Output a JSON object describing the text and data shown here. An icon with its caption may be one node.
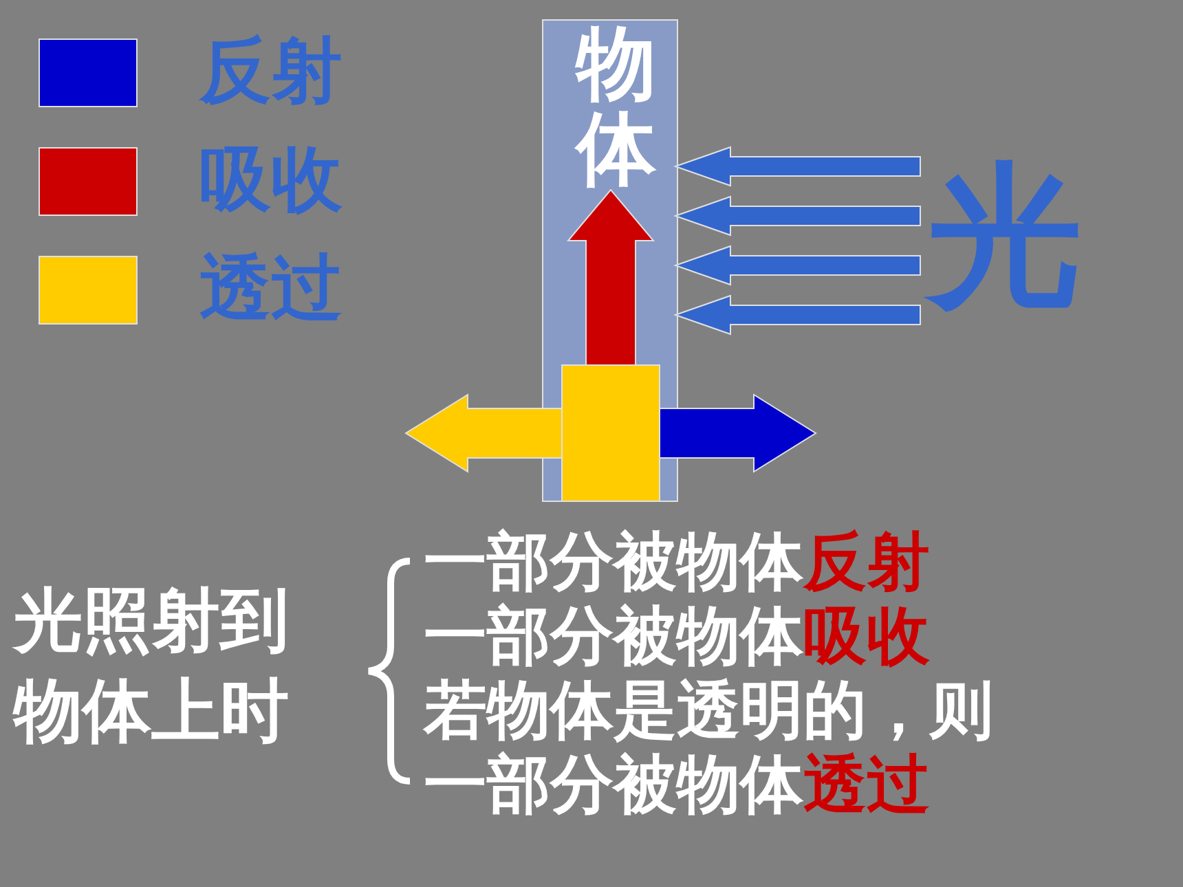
{
  "diagram": {
    "nodes": [
      {
        "text": [
          "物体"
        ]
      },
      {
        "text": [
          "光"
        ]
      },
      {
        "text": [],
        "shape": "box",
        "in": 0
      }
    ],
    "edges": [
      {
        "from": 1,
        "to": 0,
        "arrow": "to"
      },
      {
        "from": 1,
        "to": 0,
        "arrow": "to"
      },
      {
        "from": 1,
        "to": 0,
        "arrow": "to"
      },
      {
        "from": 1,
        "to": 0,
        "arrow": "to"
      },
      {
        "from": 2,
        "to": null,
        "arrow": "to",
        "color": "#cc0000"
      },
      {
        "from": 2,
        "to": null,
        "arrow": "to",
        "color": "#ffcc00"
      },
      {
        "from": 2,
        "to": null,
        "arrow": "to",
        "color": "#0000cc"
      }
    ],
    "labels": [
      "光照射到物体上时",
      "一部分被物体**反射**",
      "一部分被物体**吸收**",
      "若物体是透明的，则",
      "一部分被物体**透过**"
    ],
    "legend": [
      {
        "text": "反射",
        "color": "#0000cc"
      },
      {
        "text": "吸收",
        "color": "#cc0000"
      },
      {
        "text": "透过",
        "color": "#ffcc00"
      }
    ]
  }
}
